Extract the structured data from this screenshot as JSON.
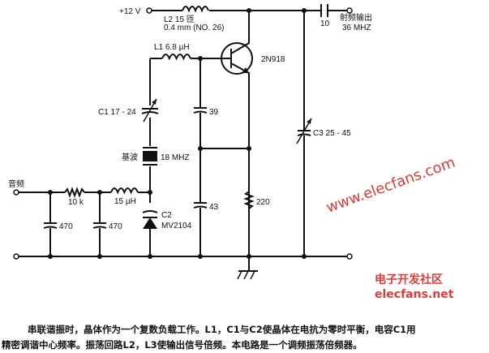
{
  "labels": {
    "supply": "+12 V",
    "l2": "L2 15 匝",
    "l2_wire": "0.4 mm (NO. 26)",
    "out_cap": "10",
    "output_label": "射频输出",
    "output_freq": "36 MHZ",
    "l1": "L1 6.8 µH",
    "transistor": "2N918",
    "c1": "C1 17 - 24",
    "c_39": "39",
    "crystal_label": "基波",
    "crystal_freq": "18 MHZ",
    "c3": "C3 25 - 45",
    "input": "音频",
    "r_10k": "10 k",
    "l_15": "15 µH",
    "c2": "C2",
    "c2_part": "MV2104",
    "c_43": "43",
    "r_220": "220",
    "c_470a": "470",
    "c_470b": "470"
  },
  "caption": {
    "line1": "串联谐振时，晶体作为一个复数负载工作。L1，C1与C2使晶体在电抗为零时平衡，电容C1用",
    "line2": "精密调谐中心频率。振荡回路L2，L3使输出信号倍频。本电路是一个调频振荡倍频器。"
  },
  "watermark": "www.elecfans.com",
  "watermark2": "电子开发社区 elecfans.net",
  "colors": {
    "wire": "#111111",
    "watermark": "#e03a3a"
  }
}
